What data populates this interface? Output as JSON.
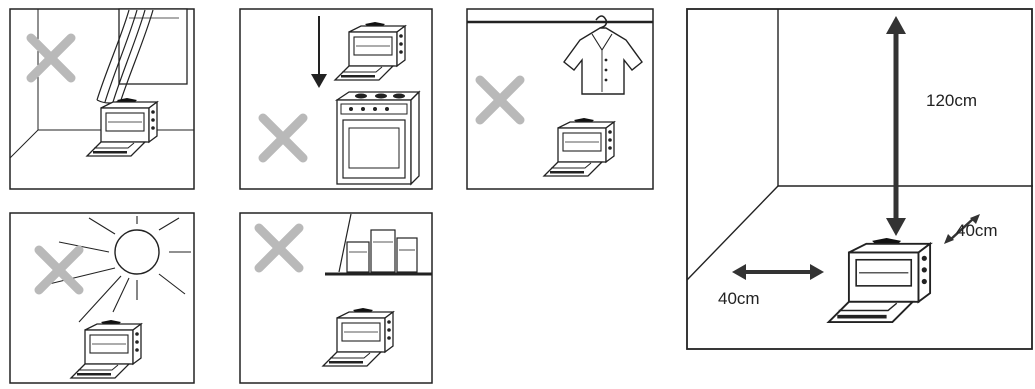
{
  "colors": {
    "line": "#222222",
    "cross": "#b9b9b9",
    "arrow": "#333333",
    "paper": "#ffffff"
  },
  "panels": [
    {
      "name": "panel-curtain",
      "cross_icon": "x-mark-icon",
      "hazard_icon": "curtain-icon"
    },
    {
      "name": "panel-stacked-on-cooker",
      "cross_icon": "x-mark-icon",
      "hazard_icon": "cooker-icon"
    },
    {
      "name": "panel-clothes-hanging",
      "cross_icon": "x-mark-icon",
      "hazard_icon": "shirt-icon"
    },
    {
      "name": "panel-direct-sunlight",
      "cross_icon": "x-mark-icon",
      "hazard_icon": "sun-icon"
    },
    {
      "name": "panel-under-shelf",
      "cross_icon": "x-mark-icon",
      "hazard_icon": "shelf-icon"
    }
  ],
  "clearance": {
    "top_label": "120cm",
    "side_label": "40cm",
    "back_label": "40cm"
  }
}
